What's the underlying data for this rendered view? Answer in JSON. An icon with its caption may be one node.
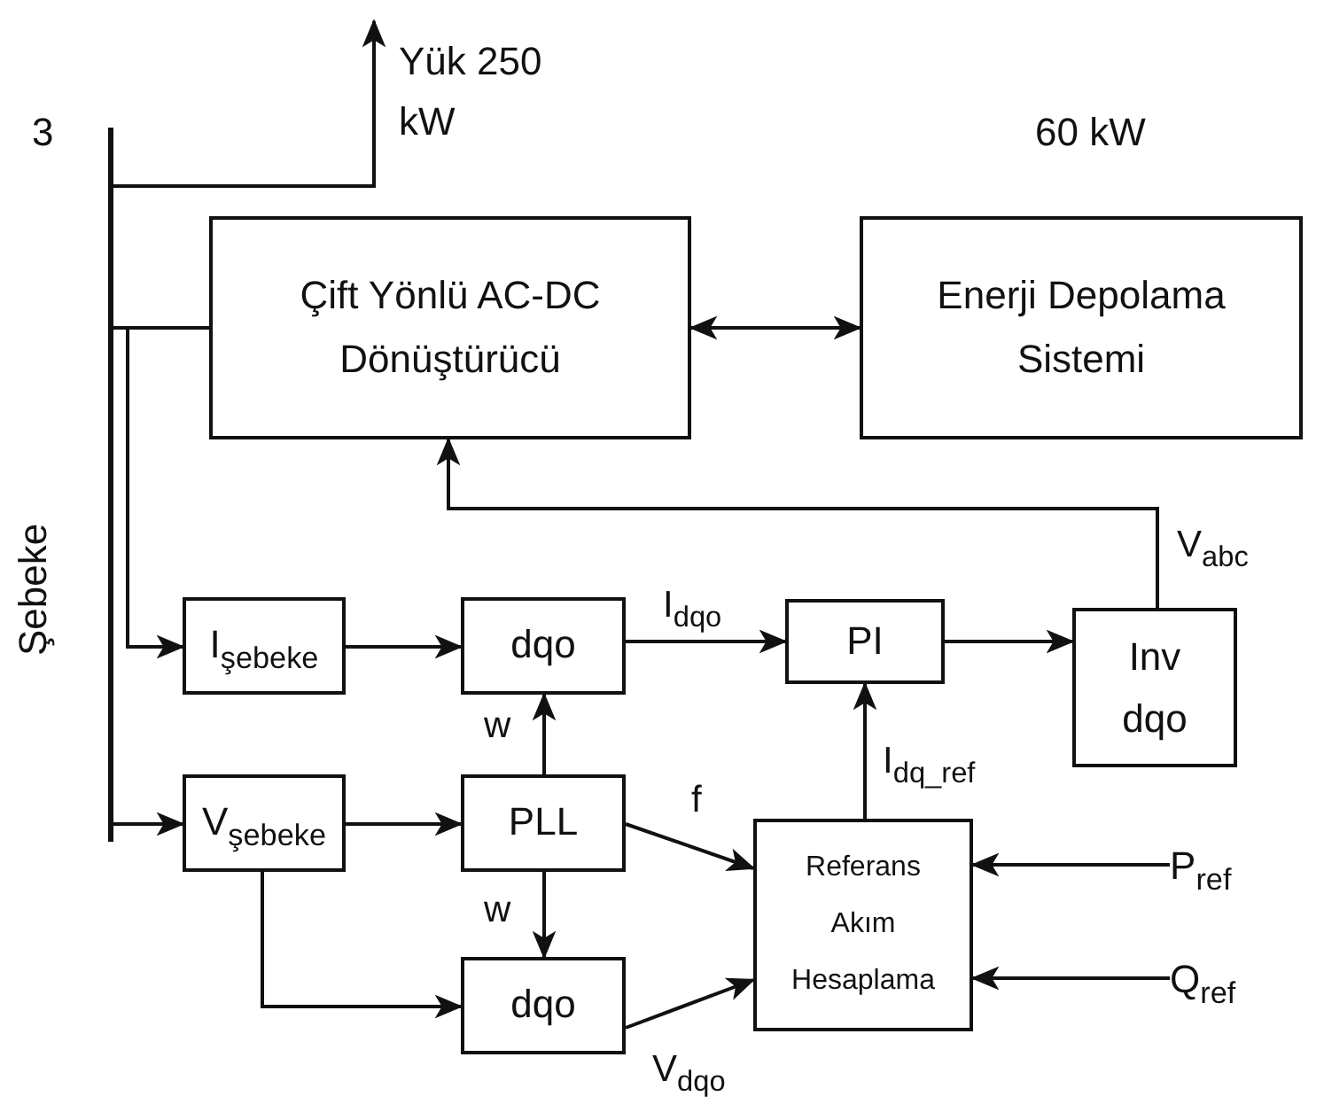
{
  "diagram": {
    "nodes": [
      {
        "text": [],
        "shape": "bar",
        "beside": [
          "3",
          "Şebeke"
        ]
      },
      {
        "text": [
          "Yük 250 kW"
        ]
      },
      {
        "text": [
          "Çift Yönlü AC-DC Dönüştürücü"
        ]
      },
      {
        "text": [
          "Enerji Depolama Sistemi"
        ],
        "beside": [
          "60 kW"
        ]
      },
      {
        "text": [
          "I$_{şebeke}$"
        ]
      },
      {
        "text": [
          "dqo"
        ]
      },
      {
        "text": [
          "PI"
        ]
      },
      {
        "text": [
          "Inv dqo"
        ]
      },
      {
        "text": [
          "V$_{şebeke}$"
        ]
      },
      {
        "text": [
          "PLL"
        ]
      },
      {
        "text": [
          "Referans Akım Hesaplama"
        ]
      },
      {
        "text": [
          "dqo"
        ]
      },
      {
        "text": [
          "P$_{ref}$"
        ]
      },
      {
        "text": [
          "Q$_{ref}$"
        ]
      }
    ],
    "edges": [
      {
        "from": 0,
        "to": 1,
        "arrow": "to"
      },
      {
        "from": 0,
        "to": 2,
        "arrow": "none"
      },
      {
        "from": 0,
        "to": 4,
        "arrow": "to"
      },
      {
        "from": 0,
        "to": 8,
        "arrow": "to"
      },
      {
        "from": 2,
        "to": 3,
        "arrow": "both"
      },
      {
        "from": 7,
        "to": 2,
        "arrow": "to",
        "label": "V$_{abc}$"
      },
      {
        "from": 4,
        "to": 5,
        "arrow": "to"
      },
      {
        "from": 5,
        "to": 6,
        "arrow": "to",
        "label": "I$_{dqo}$"
      },
      {
        "from": 6,
        "to": 7,
        "arrow": "to"
      },
      {
        "from": 8,
        "to": 9,
        "arrow": "to"
      },
      {
        "from": 9,
        "to": 5,
        "arrow": "to",
        "label": "w"
      },
      {
        "from": 9,
        "to": 11,
        "arrow": "to",
        "label": "w"
      },
      {
        "from": 8,
        "to": 11,
        "arrow": "to"
      },
      {
        "from": 9,
        "to": 10,
        "arrow": "to",
        "label": "f"
      },
      {
        "from": 11,
        "to": 10,
        "arrow": "to",
        "label": "V$_{dqo}$"
      },
      {
        "from": 10,
        "to": 6,
        "arrow": "to",
        "label": "I$_{dq_ref}$"
      },
      {
        "from": 12,
        "to": 10,
        "arrow": "to"
      },
      {
        "from": 13,
        "to": 10,
        "arrow": "to"
      }
    ]
  }
}
